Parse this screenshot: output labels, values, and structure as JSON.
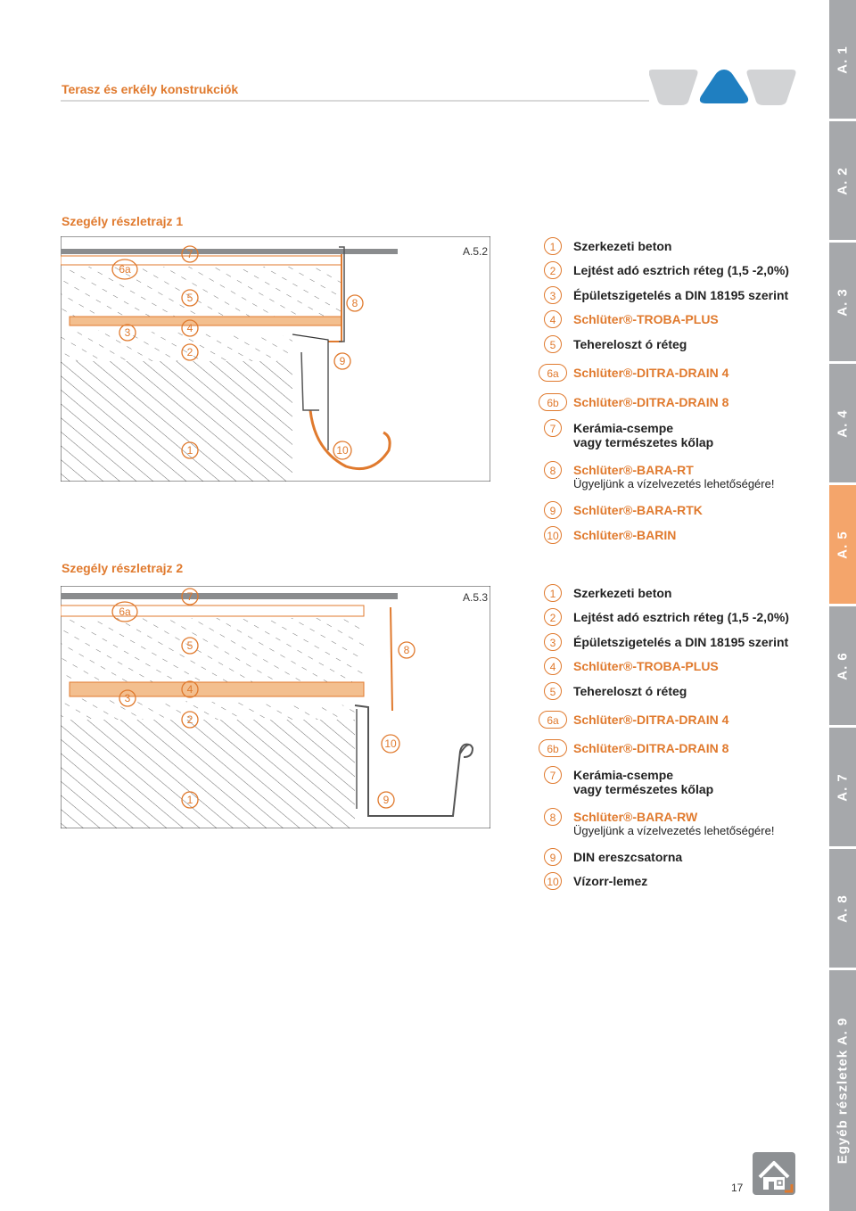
{
  "header": {
    "title": "Terasz és erkély konstrukciók"
  },
  "sections": [
    {
      "title": "Szegély részletrajz 1",
      "ref": "A.5.2"
    },
    {
      "title": "Szegély részletrajz 2",
      "ref": "A.5.3"
    }
  ],
  "legend1": [
    {
      "num": "1",
      "text": "Szerkezeti beton",
      "product": false
    },
    {
      "num": "2",
      "text": "Lejtést adó esztrich réteg (1,5 -2,0%)",
      "product": false
    },
    {
      "num": "3",
      "text": "Épületszigetelés a DIN 18195 szerint",
      "product": false
    },
    {
      "num": "4",
      "text": "Schlüter®-TROBA-PLUS",
      "product": true
    },
    {
      "num": "5",
      "text": "Tehereloszt ó réteg",
      "product": false
    },
    {
      "num": "6a",
      "text": "Schlüter®-DITRA-DRAIN 4",
      "product": true
    },
    {
      "num": "6b",
      "text": "Schlüter®-DITRA-DRAIN 8",
      "product": true
    },
    {
      "num": "7",
      "text": "Kerámia-csempe",
      "text2": "vagy természetes kőlap",
      "product": false
    },
    {
      "num": "8",
      "text": "Schlüter®-BARA-RT",
      "note": "Ügyeljünk a vízelvezetés lehetőségére!",
      "product": true
    },
    {
      "num": "9",
      "text": "Schlüter®-BARA-RTK",
      "product": true
    },
    {
      "num": "10",
      "text": "Schlüter®-BARIN",
      "product": true
    }
  ],
  "legend2": [
    {
      "num": "1",
      "text": "Szerkezeti beton",
      "product": false
    },
    {
      "num": "2",
      "text": "Lejtést adó esztrich réteg (1,5 -2,0%)",
      "product": false
    },
    {
      "num": "3",
      "text": "Épületszigetelés a DIN 18195 szerint",
      "product": false
    },
    {
      "num": "4",
      "text": "Schlüter®-TROBA-PLUS",
      "product": true
    },
    {
      "num": "5",
      "text": "Tehereloszt ó réteg",
      "product": false
    },
    {
      "num": "6a",
      "text": "Schlüter®-DITRA-DRAIN 4",
      "product": true
    },
    {
      "num": "6b",
      "text": "Schlüter®-DITRA-DRAIN 8",
      "product": true
    },
    {
      "num": "7",
      "text": "Kerámia-csempe",
      "text2": "vagy természetes kőlap",
      "product": false
    },
    {
      "num": "8",
      "text": "Schlüter®-BARA-RW",
      "note": "Ügyeljünk a vízelvezetés lehetőségére!",
      "product": true
    },
    {
      "num": "9",
      "text": "DIN ereszcsatorna",
      "product": false
    },
    {
      "num": "10",
      "text": "Vízorr-lemez",
      "product": false
    }
  ],
  "drawing1_labels": [
    "6a",
    "7",
    "5",
    "3",
    "4",
    "2",
    "8",
    "9",
    "1",
    "10"
  ],
  "drawing2_labels": [
    "7",
    "6a",
    "5",
    "8",
    "3",
    "4",
    "2",
    "10",
    "1",
    "9"
  ],
  "tabs": [
    {
      "label": "A. 1",
      "active": false
    },
    {
      "label": "A. 2",
      "active": false
    },
    {
      "label": "A. 3",
      "active": false
    },
    {
      "label": "A. 4",
      "active": false
    },
    {
      "label": "A. 5",
      "active": true
    },
    {
      "label": "A. 6",
      "active": false
    },
    {
      "label": "A. 7",
      "active": false
    },
    {
      "label": "A. 8",
      "active": false
    },
    {
      "label": "Egyéb részletek A. 9",
      "active": false
    }
  ],
  "page": {
    "number": "17"
  },
  "colors": {
    "accent": "#e07a2e",
    "tab_gray": "#a6a8ab",
    "tab_active": "#f4a56b",
    "nav_blue": "#1f7fc1"
  }
}
